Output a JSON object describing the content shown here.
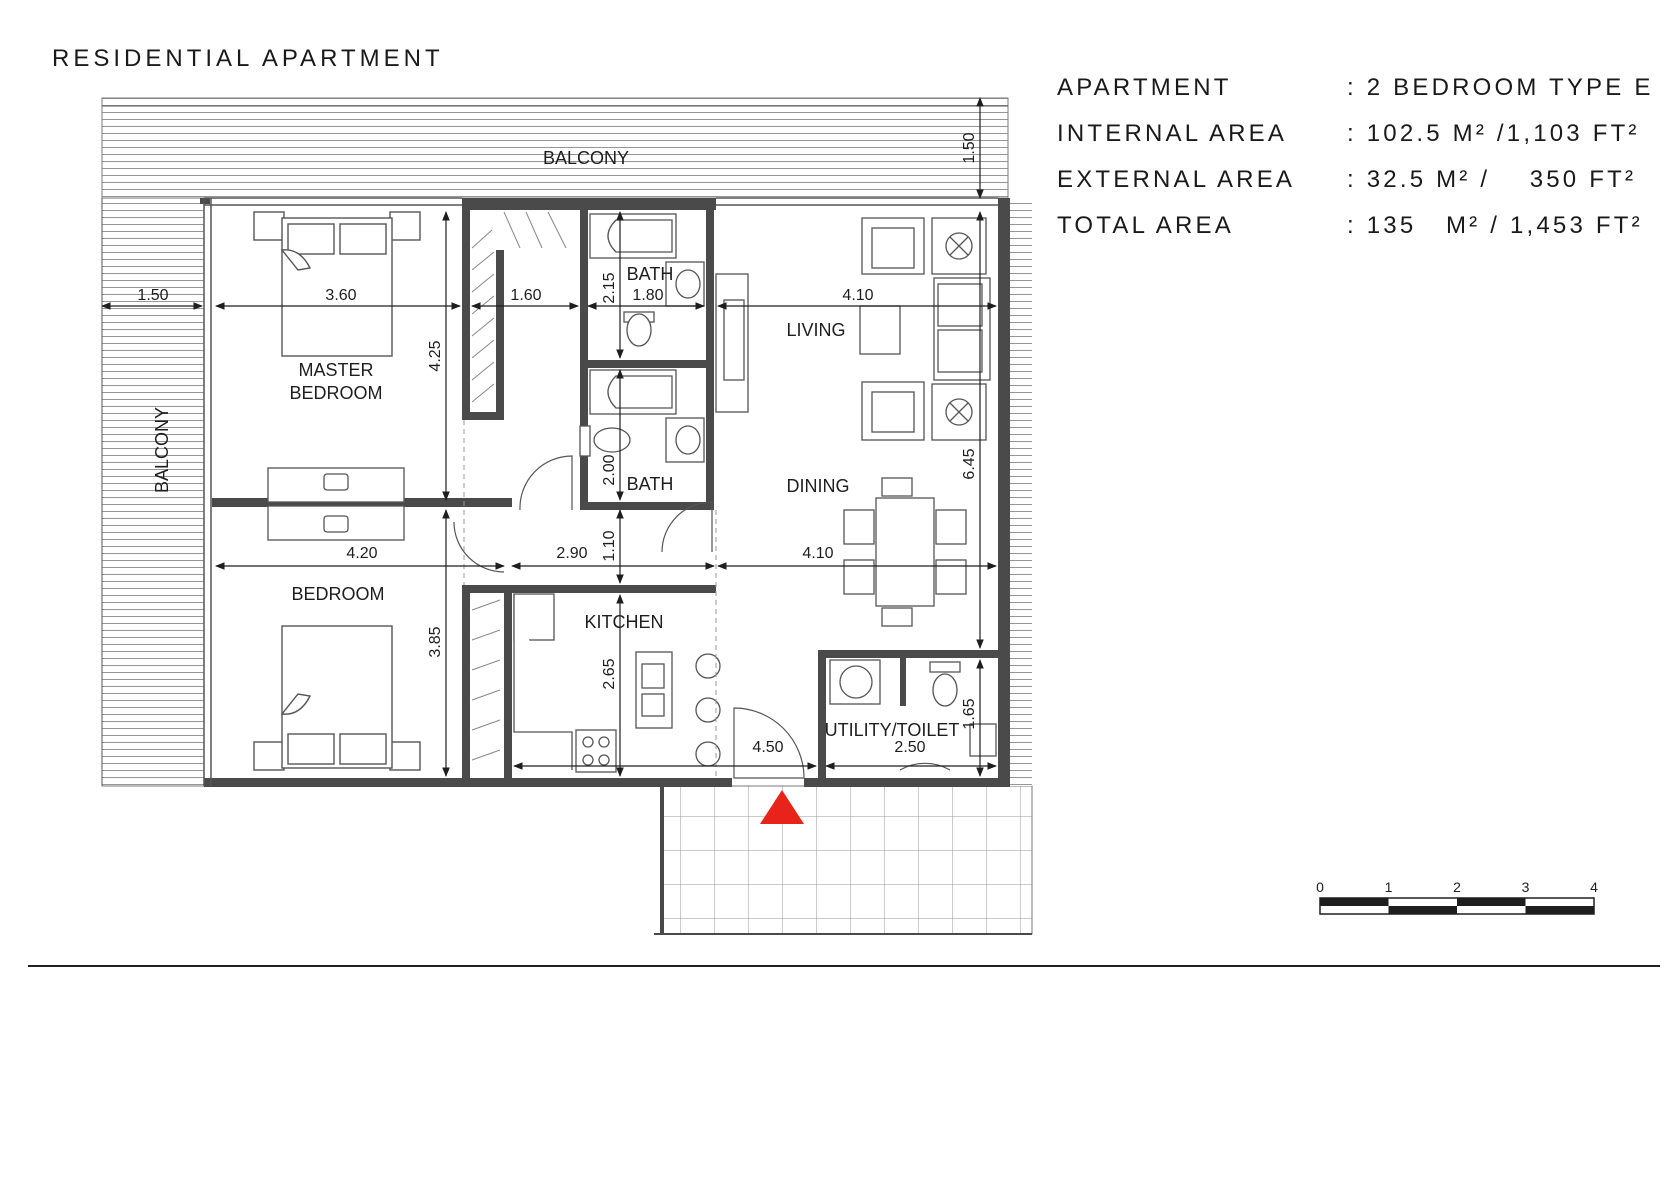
{
  "header": {
    "title": "RESIDENTIAL APARTMENT"
  },
  "info": [
    {
      "label": "APARTMENT",
      "value": ": 2 BEDROOM TYPE E"
    },
    {
      "label": "INTERNAL AREA",
      "value": ": 102.5 M² /1,103 FT²"
    },
    {
      "label": "EXTERNAL AREA",
      "value": ": 32.5 M² /    350 FT²"
    },
    {
      "label": "TOTAL AREA",
      "value": ": 135   M² / 1,453 FT²"
    }
  ],
  "rooms": {
    "balcony_top": "BALCONY",
    "balcony_left": "BALCONY",
    "master_bedroom_1": "MASTER",
    "master_bedroom_2": "BEDROOM",
    "bath_upper": "BATH",
    "bath_lower": "BATH",
    "living": "LIVING",
    "dining": "DINING",
    "bedroom": "BEDROOM",
    "kitchen": "KITCHEN",
    "utility": "UTILITY/TOILET"
  },
  "dimensions": {
    "balcony_depth_top": "1.50",
    "balcony_depth_left": "1.50",
    "master_width": "3.60",
    "master_depth": "4.25",
    "corridor_width": "1.60",
    "bath_upper_depth": "2.15",
    "bath_upper_width": "1.80",
    "living_width": "4.10",
    "bath_lower_depth": "2.00",
    "living_dining_depth": "6.45",
    "bedroom_width": "4.20",
    "hall_width": "2.90",
    "hall_depth": "1.10",
    "dining_width": "4.10",
    "bedroom_depth": "3.85",
    "kitchen_depth": "2.65",
    "kitchen_width": "4.50",
    "utility_width": "2.50",
    "utility_depth": "1.65"
  },
  "scale_bar": {
    "ticks": [
      "0",
      "1",
      "2",
      "3",
      "4"
    ]
  },
  "colors": {
    "entrance_marker": "#e8231a",
    "wall": "#4a4a4a"
  }
}
